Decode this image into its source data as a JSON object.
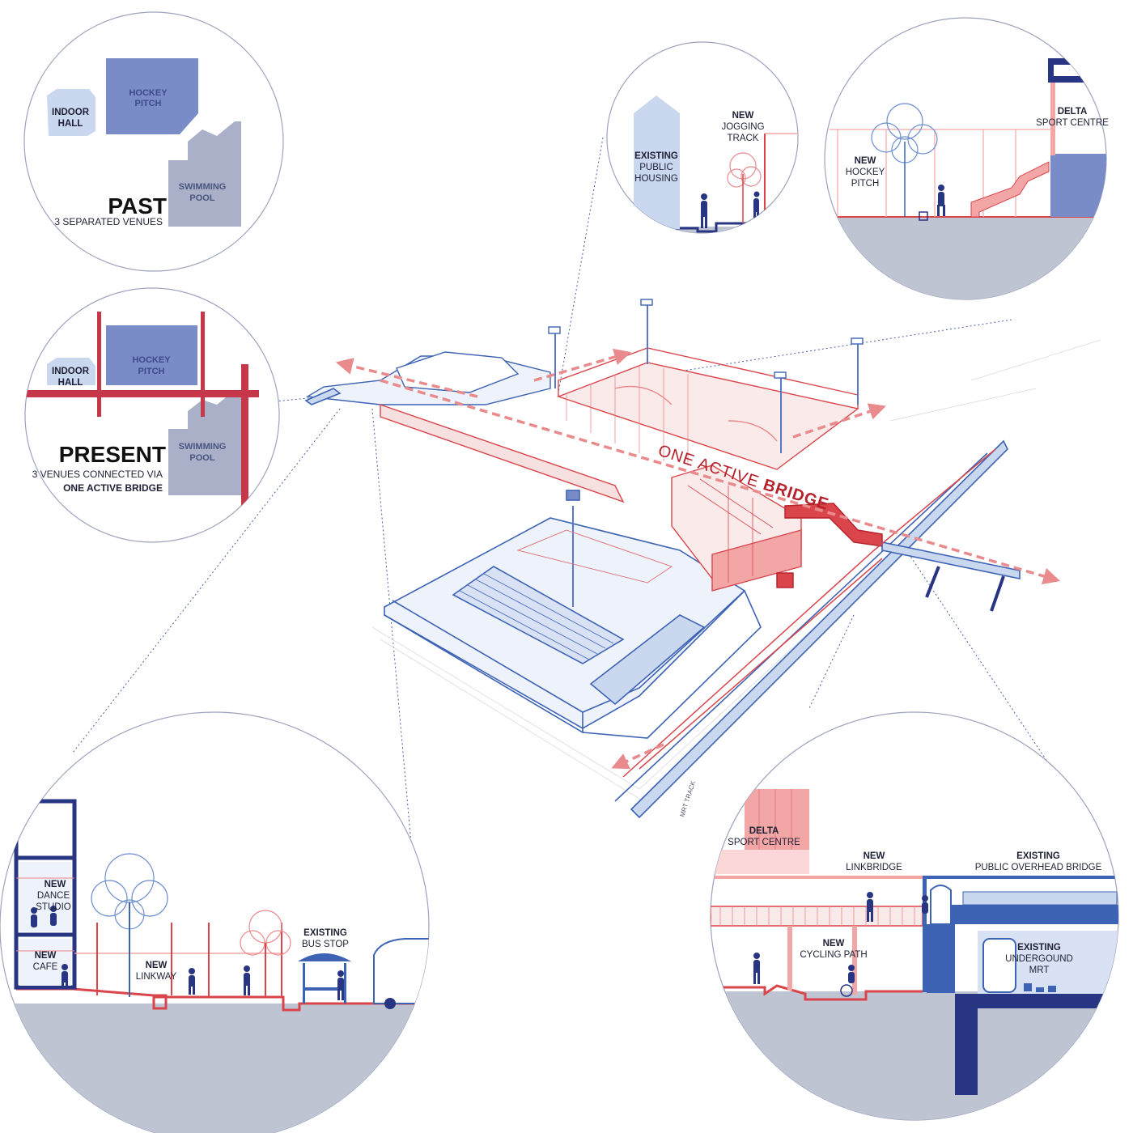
{
  "colors": {
    "navy": "#283583",
    "blue": "#3d63b5",
    "pale_blue": "#c9d7ef",
    "block_blue": "#7a8cc8",
    "grey_blue": "#a9b0c7",
    "ground": "#bfc4d3",
    "red": "#d9454b",
    "pink": "#f2a6a6",
    "dark_red": "#b5202a"
  },
  "past": {
    "indoor_hall": [
      "INDOOR",
      "HALL"
    ],
    "hockey_pitch": [
      "HOCKEY",
      "PITCH"
    ],
    "swimming_pool": [
      "SWIMMING",
      "POOL"
    ],
    "title": "PAST",
    "subtitle": "3 SEPARATED VENUES"
  },
  "present": {
    "indoor_hall": [
      "INDOOR",
      "HALL"
    ],
    "hockey_pitch": [
      "HOCKEY",
      "PITCH"
    ],
    "swimming_pool": [
      "SWIMMING",
      "POOL"
    ],
    "title": "PRESENT",
    "subtitle_1": "3 VENUES CONNECTED VIA",
    "subtitle_2": "ONE ACTIVE BRIDGE"
  },
  "section_housing": {
    "existing": "EXISTING",
    "public_housing": [
      "PUBLIC",
      "HOUSING"
    ],
    "new": "NEW",
    "jogging_track": [
      "JOGGING",
      "TRACK"
    ]
  },
  "section_hockey": {
    "new": "NEW",
    "hockey_pitch": [
      "HOCKEY",
      "PITCH"
    ],
    "delta": "DELTA",
    "sport_centre": "SPORT CENTRE"
  },
  "axon": {
    "bridge_label_1": "ONE ACTIVE ",
    "bridge_label_2": "BRIDGE",
    "mrt_track": "MRT TRACK"
  },
  "section_linkway": {
    "new_dance": "NEW",
    "dance_studio": [
      "DANCE",
      "STUDIO"
    ],
    "new_cafe": "NEW",
    "cafe": "CAFE",
    "new_linkway": "NEW",
    "linkway": "LINKWAY",
    "existing": "EXISTING",
    "bus_stop": "BUS STOP"
  },
  "section_mrt": {
    "delta": "DELTA",
    "sport_centre": "SPORT CENTRE",
    "new_link": "NEW",
    "linkbridge": "LINKBRIDGE",
    "existing_bridge": "EXISTING",
    "public_overhead_bridge": "PUBLIC OVERHEAD BRIDGE",
    "new_cycle": "NEW",
    "cycling_path": "CYCLING PATH",
    "existing_mrt": "EXISTING",
    "undergound": "UNDERGOUND",
    "mrt": "MRT"
  }
}
